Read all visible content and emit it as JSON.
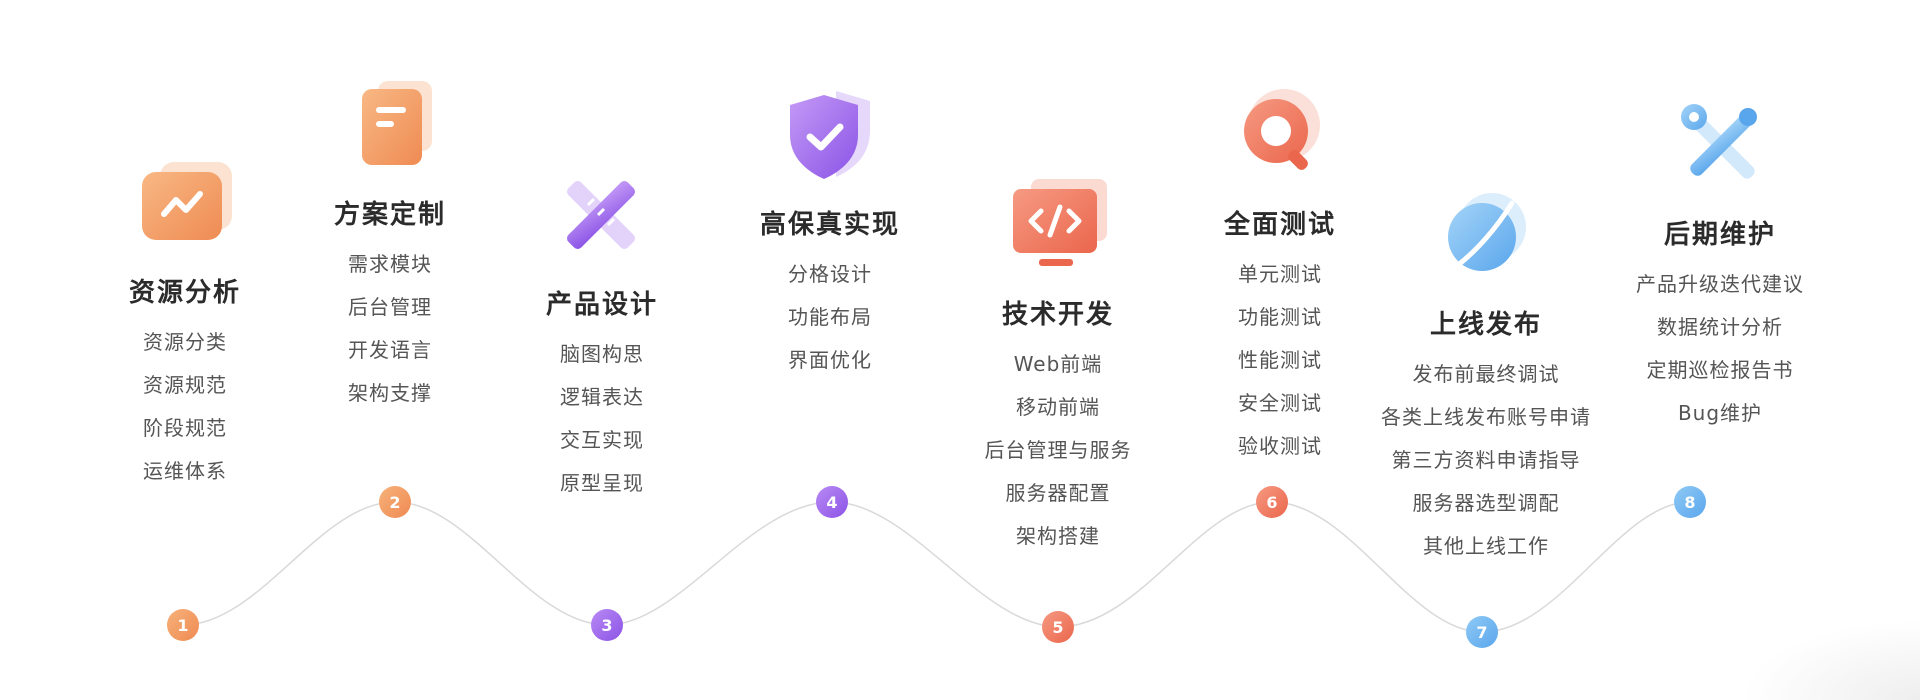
{
  "stages": [
    {
      "num": "1",
      "title": "资源分析",
      "items": [
        "资源分类",
        "资源规范",
        "阶段规范",
        "运维体系"
      ],
      "icon": "chart-card-icon",
      "color": "#f29b63"
    },
    {
      "num": "2",
      "title": "方案定制",
      "items": [
        "需求模块",
        "后台管理",
        "开发语言",
        "架构支撑"
      ],
      "icon": "document-icon",
      "color": "#f29b63"
    },
    {
      "num": "3",
      "title": "产品设计",
      "items": [
        "脑图构思",
        "逻辑表达",
        "交互实现",
        "原型呈现"
      ],
      "icon": "pencil-ruler-icon",
      "color": "#9a62ea"
    },
    {
      "num": "4",
      "title": "高保真实现",
      "items": [
        "分格设计",
        "功能布局",
        "界面优化"
      ],
      "icon": "shield-check-icon",
      "color": "#9a62ea"
    },
    {
      "num": "5",
      "title": "技术开发",
      "items": [
        "Web前端",
        "移动前端",
        "后台管理与服务",
        "服务器配置",
        "架构搭建"
      ],
      "icon": "code-monitor-icon",
      "color": "#ee7256"
    },
    {
      "num": "6",
      "title": "全面测试",
      "items": [
        "单元测试",
        "功能测试",
        "性能测试",
        "安全测试",
        "验收测试"
      ],
      "icon": "magnifier-icon",
      "color": "#ee7256"
    },
    {
      "num": "7",
      "title": "上线发布",
      "items": [
        "发布前最终调试",
        "各类上线发布账号申请",
        "第三方资料申请指导",
        "服务器选型调配",
        "其他上线工作"
      ],
      "icon": "planet-rocket-icon",
      "color": "#62aef0"
    },
    {
      "num": "8",
      "title": "后期维护",
      "items": [
        "产品升级迭代建议",
        "数据统计分析",
        "定期巡检报告书",
        "Bug维护"
      ],
      "icon": "wrench-screwdriver-icon",
      "color": "#62aef0"
    }
  ]
}
